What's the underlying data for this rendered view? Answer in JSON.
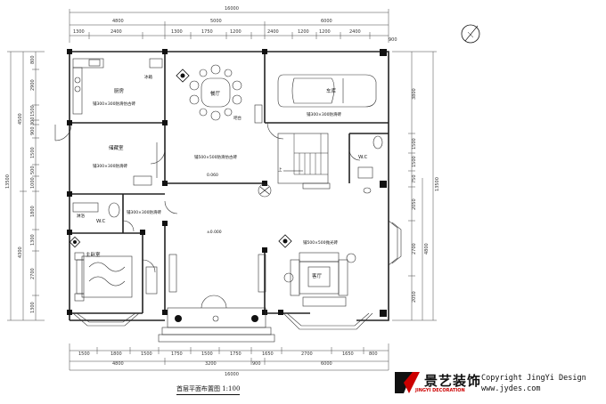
{
  "plan": {
    "title": "首层平面布置图 1:100",
    "top_dims": {
      "overall": "16000",
      "row1": [
        "4800",
        "5000",
        "6000"
      ],
      "row2": [
        "1300",
        "2400",
        "1300",
        "1750",
        "1200",
        "2400",
        "1200",
        "1200",
        "2400",
        "900"
      ]
    },
    "bottom_dims": {
      "overall": "16000",
      "row1": [
        "4800",
        "3200",
        "900",
        "6000"
      ],
      "row2": [
        "1500",
        "1800",
        "1500",
        "1750",
        "1500",
        "1750",
        "1650",
        "2700",
        "1650",
        "800"
      ]
    },
    "left_dims": {
      "overall": "13500",
      "mid": [
        "4500",
        "4300"
      ],
      "detail": [
        "800",
        "2900",
        "1500",
        "300",
        "900",
        "1500",
        "500",
        "1000",
        "1800",
        "1300",
        "2700",
        "1300"
      ]
    },
    "right_dims": {
      "overall": "13500",
      "mid": [
        "4800"
      ],
      "detail": [
        "3800",
        "1500",
        "1500",
        "750",
        "2050",
        "2700",
        "2050"
      ]
    },
    "rooms": [
      {
        "name": "厨房",
        "note": "铺300×300防滑仿古砖"
      },
      {
        "name": "储藏室",
        "note": "铺300×300防滑砖"
      },
      {
        "name": "餐厅",
        "note": "铺500×500防滑仿古砖"
      },
      {
        "name": "车库",
        "note": "铺300×300防滑砖"
      },
      {
        "name": "W.C",
        "note": ""
      },
      {
        "name": "W.C",
        "note": "铺300×300防滑砖"
      },
      {
        "name": "主卧室",
        "note": ""
      },
      {
        "name": "客厅",
        "note": "铺500×500抛光砖"
      }
    ],
    "levels": [
      "0.060",
      "±0.000"
    ],
    "labels": {
      "up": "上",
      "fridge": "冰箱",
      "bar": "吧台"
    }
  },
  "brand": {
    "name": "景艺装饰",
    "sub": "JINGYI DECORATION",
    "copyright": "Copyright JingYi Design",
    "website": "www.jydes.com"
  }
}
